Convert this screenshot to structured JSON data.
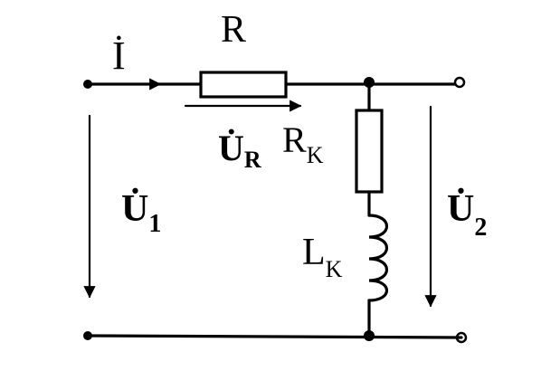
{
  "diagram": {
    "type": "electrical-circuit",
    "labels": {
      "current": "İ",
      "resistor": "R",
      "u_r_main": "U̇",
      "u_r_sub": "R",
      "r_k_main": "R",
      "r_k_sub": "K",
      "u1_main": "U̇",
      "u1_sub": "1",
      "u2_main": "U̇",
      "u2_sub": "2",
      "l_k_main": "L",
      "l_k_sub": "K"
    },
    "components": [
      {
        "id": "R",
        "kind": "resistor",
        "label": "R"
      },
      {
        "id": "RK",
        "kind": "resistor",
        "label": "RK"
      },
      {
        "id": "LK",
        "kind": "inductor",
        "label": "LK"
      }
    ],
    "arrows": [
      "current",
      "voltage-R",
      "voltage-U1",
      "voltage-U2"
    ],
    "colors": {
      "line": "#000000",
      "background": "#ffffff"
    }
  }
}
